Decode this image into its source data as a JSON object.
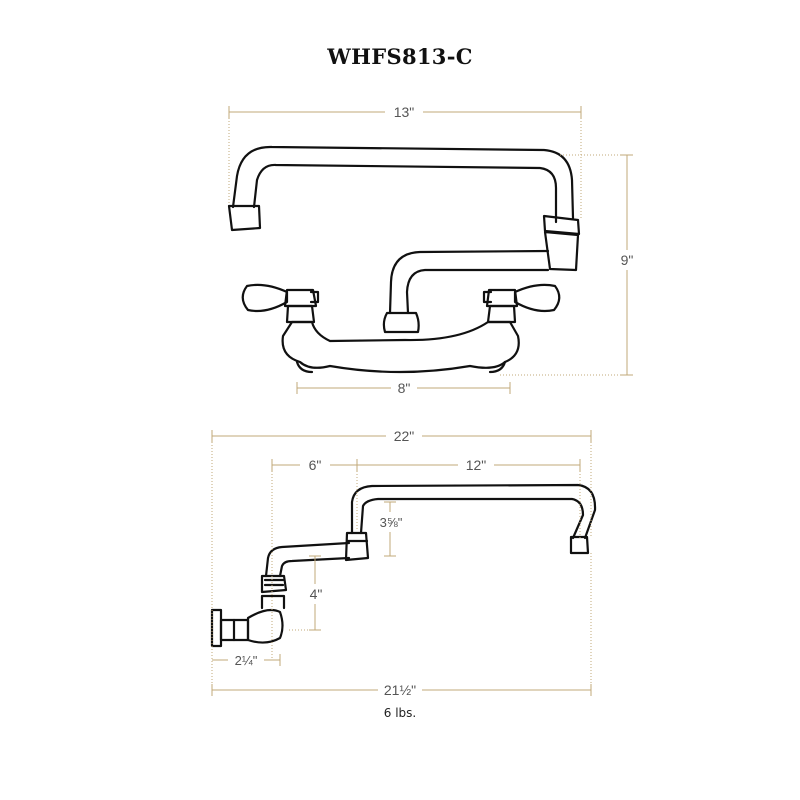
{
  "title": "WHFS813-C",
  "weight": "6 lbs.",
  "colors": {
    "dimension": "#c2a878",
    "outline": "#111111"
  },
  "front_view": {
    "width_overall": "13\"",
    "height_overall": "9\"",
    "center_spacing": "8\""
  },
  "top_view": {
    "overall_length": "22\"",
    "arm_inner": "6\"",
    "spout_length": "12\"",
    "spout_rise": "3⅝\"",
    "elbow_offset": "4\"",
    "wall_offset": "2¼\"",
    "reach": "21½\""
  }
}
